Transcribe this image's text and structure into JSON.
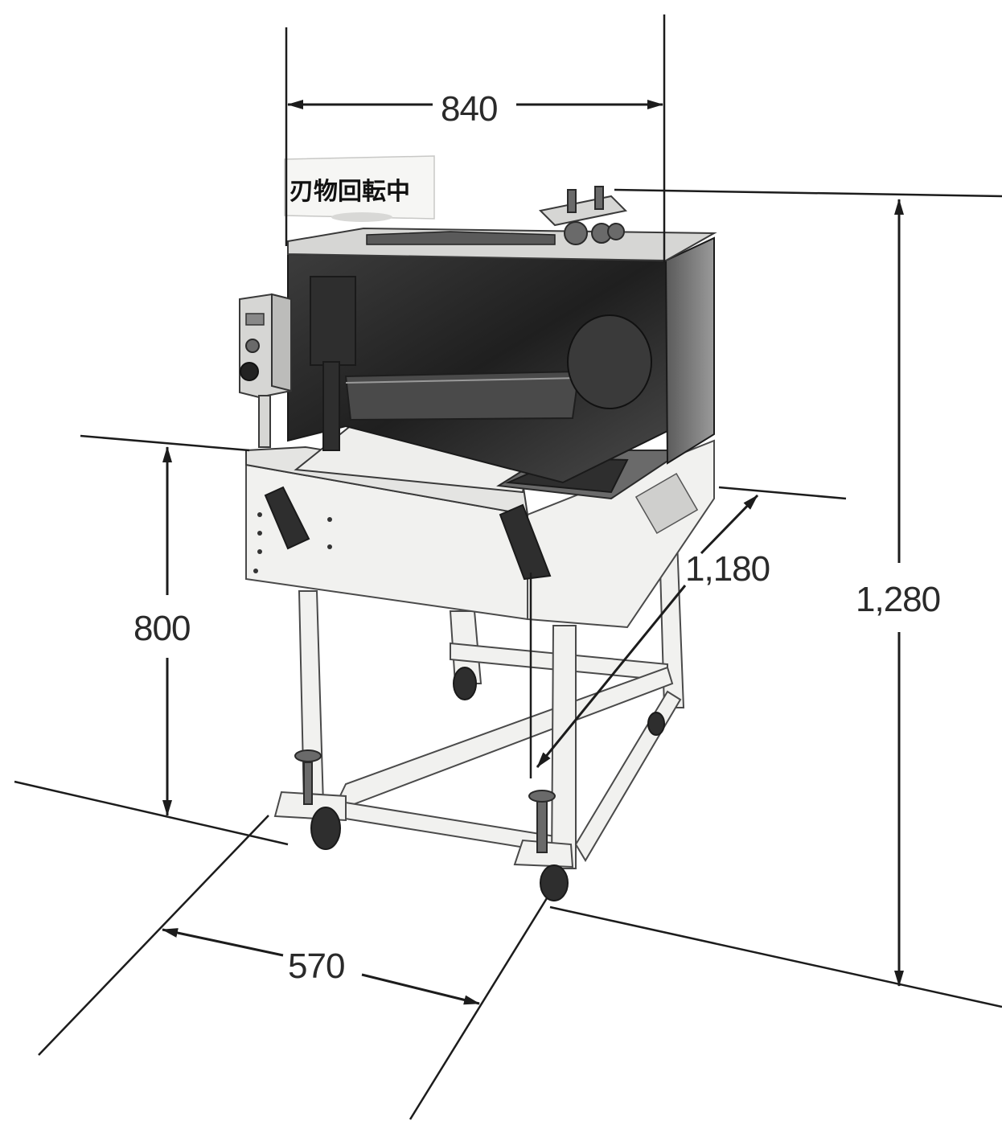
{
  "sign": {
    "label": "刃物回転中"
  },
  "dimensions": {
    "width": "840",
    "height_total": "1,280",
    "height_table": "800",
    "depth": "1,180",
    "frame_width": "570"
  },
  "colors": {
    "ink": "#1c1c1c",
    "body_dark": "#2e2e2e",
    "frame": "#f1f1ef"
  }
}
